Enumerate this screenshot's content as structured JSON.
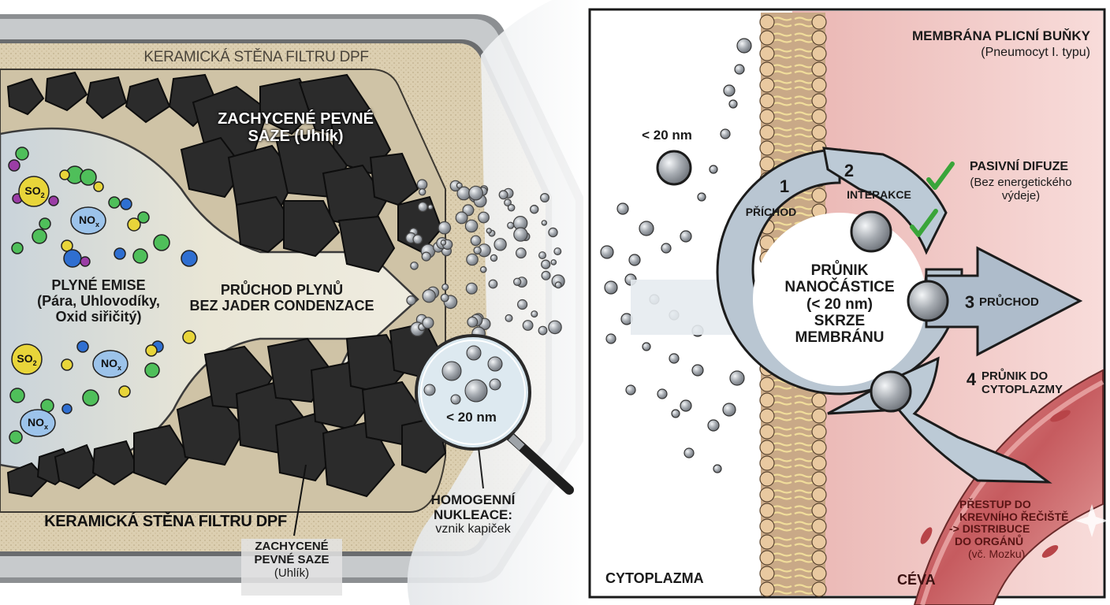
{
  "left_panel": {
    "wall_top_label": "KERAMICKÁ STĚNA FILTRU DPF",
    "wall_bottom_label": "KERAMICKÁ STĚNA FILTRU DPF",
    "soot_top_label_line1": "ZACHYCENÉ PEVNÉ",
    "soot_top_label_line2": "SAZE (Uhlík)",
    "soot_bottom_label_line1": "ZACHYCENÉ",
    "soot_bottom_label_line2": "PEVNÉ SAZE",
    "soot_bottom_label_line3": "(Uhlík)",
    "gas_label_line1": "PLYNÉ EMISE",
    "gas_label_line2": "(Pára, Uhlovodíky,",
    "gas_label_line3": "Oxid siřičitý)",
    "arrow_label_line1": "PRŮCHOD PLYNŮ",
    "arrow_label_line2": "BEZ JADER CONDENZACE",
    "molecules": [
      {
        "formula": "SO",
        "sub": "2"
      },
      {
        "formula": "NO",
        "sub": "x"
      },
      {
        "formula": "SO",
        "sub": "2"
      },
      {
        "formula": "NO",
        "sub": "x"
      },
      {
        "formula": "NO",
        "sub": "x"
      }
    ]
  },
  "magnifier": {
    "size_label": "< 20 nm",
    "caption_line1": "HOMOGENNÍ",
    "caption_line2": "NUKLEACE:",
    "caption_line3": "vznik kapiček"
  },
  "right_panel": {
    "membrane_title": "MEMBRÁNA PLICNÍ BUŇKY",
    "membrane_subtitle": "(Pneumocyt I. typu)",
    "particle_size_label": "< 20 nm",
    "center_line1": "PRŮNIK",
    "center_line2": "NANOČÁSTICE",
    "center_line3": "(< 20 nm)",
    "center_line4": "SKRZE",
    "center_line5": "MEMBRÁNU",
    "steps": [
      {
        "number": "1",
        "label": "PŘÍCHOD"
      },
      {
        "number": "2",
        "label": "INTERAKCE"
      },
      {
        "number": "3",
        "label": "PRŮCHOD"
      },
      {
        "number": "4",
        "label_line1": "PRŮNIK DO",
        "label_line2": "CYTOPLAZMY"
      }
    ],
    "diffusion_title": "PASIVNÍ DIFUZE",
    "diffusion_sub_line1": "(Bez energetického",
    "diffusion_sub_line2": "výdeje)",
    "blood_line1": "PŘESTUP DO",
    "blood_line2": "KREVNÍHO ŘEČIŠTĚ",
    "blood_line3": "-> DISTRIBUCE",
    "blood_line4": "DO ORGÁNŮ",
    "blood_line5": "(vč. Mozku)",
    "cytoplasm_label": "CYTOPLAZMA",
    "vessel_label": "CÉVA"
  },
  "colors": {
    "ceramic": "#d9ccae",
    "soot": "#2a2a2a",
    "gas_flow": "#e8e6da",
    "cycle_arrow": "#b9c6d2",
    "cell_pink": "#f2c9c6",
    "vessel_red": "#c9595c",
    "check_green": "#3aa53a",
    "so2_yellow": "#e8d53a",
    "nox_blue": "#9cc3ea"
  }
}
